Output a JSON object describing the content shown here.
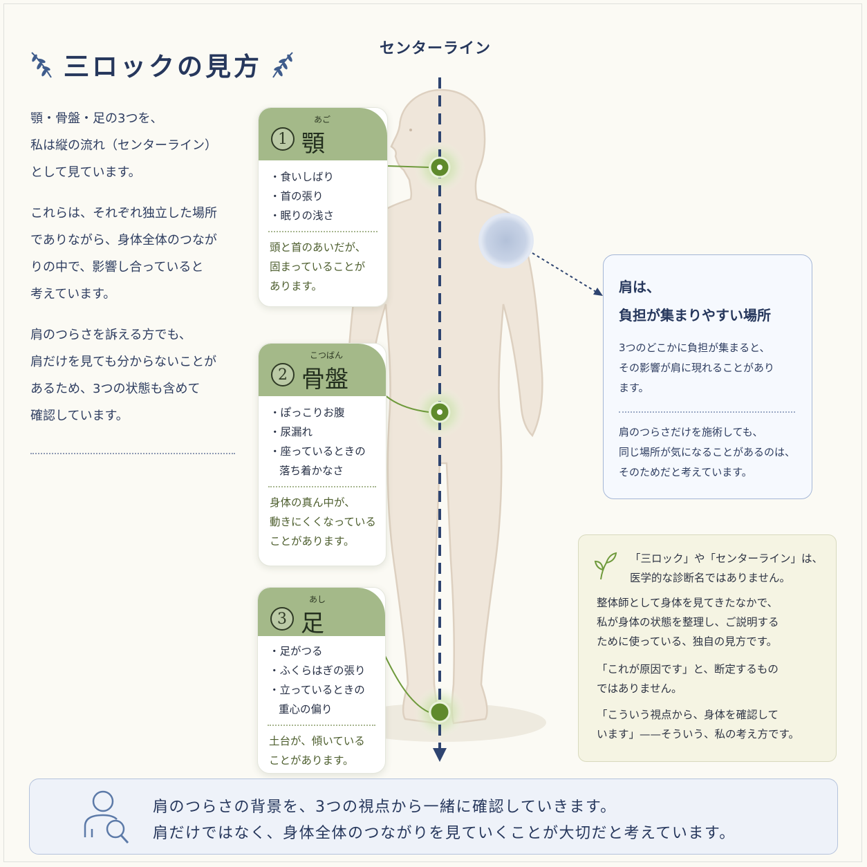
{
  "title": "三ロックの見方",
  "center_label": "センターライン",
  "intro": {
    "p1": [
      "顎・骨盤・足の3つを、",
      "私は縦の流れ（センターライン）",
      "として見ています。"
    ],
    "p2": [
      "これらは、それぞれ独立した場所",
      "でありながら、身体全体のつなが",
      "りの中で、影響し合っていると",
      "考えています。"
    ],
    "p3": [
      "肩のつらさを訴える方でも、",
      "肩だけを見ても分からないことが",
      "あるため、3つの状態も含めて",
      "確認しています。"
    ]
  },
  "cards": [
    {
      "number": "1",
      "name": "顎",
      "ruby": "あご",
      "items": [
        "・食いしばり",
        "・首の張り",
        "・眠りの浅さ"
      ],
      "note": [
        "頭と首のあいだが、",
        "固まっていることが",
        "あります。"
      ]
    },
    {
      "number": "2",
      "name": "骨盤",
      "ruby": "こつばん",
      "items": [
        "・ぽっこりお腹",
        "・尿漏れ",
        "・座っているときの",
        "落ち着かなさ"
      ],
      "note": [
        "身体の真ん中が、",
        "動きにくくなっている",
        "ことがあります。"
      ]
    },
    {
      "number": "3",
      "name": "足",
      "ruby": "あし",
      "items": [
        "・足がつる",
        "・ふくらはぎの張り",
        "・立っているときの",
        "重心の偏り"
      ],
      "note": [
        "土台が、傾いている",
        "ことがあります。"
      ]
    }
  ],
  "shoulder_box": {
    "title": [
      "肩は、",
      "負担が集まりやすい場所"
    ],
    "text1": [
      "3つのどこかに負担が集まると、",
      "その影響が肩に現れることがあり",
      "ます。"
    ],
    "text2": [
      "肩のつらさだけを施術しても、",
      "同じ場所が気になることがあるのは、",
      "そのためだと考えています。"
    ]
  },
  "note_box": {
    "lead": [
      "「三ロック」や「センターライン」は、",
      "医学的な診断名ではありません。"
    ],
    "p1": [
      "整体師として身体を見てきたなかで、",
      "私が身体の状態を整理し、ご説明する",
      "ために使っている、独自の見方です。"
    ],
    "p2": [
      "「これが原因です」と、断定するもの",
      "ではありません。"
    ],
    "p3": [
      "「こういう視点から、身体を確認して",
      "います」——そういう、私の考え方です。"
    ]
  },
  "bottom": {
    "line1": "肩のつらさの背景を、3つの視点から一緒に確認していきます。",
    "line2": "肩だけではなく、身体全体のつながりを見ていくことが大切だと考えています。"
  },
  "colors": {
    "navy": "#26375c",
    "green_header": "#a4b989",
    "green_dot": "#5f8a2c",
    "shoulder_blue": "#b6c4dc",
    "body_fill": "#efe6da"
  },
  "icons": [
    "leaf-icon",
    "sprout-icon",
    "person-search-icon"
  ]
}
